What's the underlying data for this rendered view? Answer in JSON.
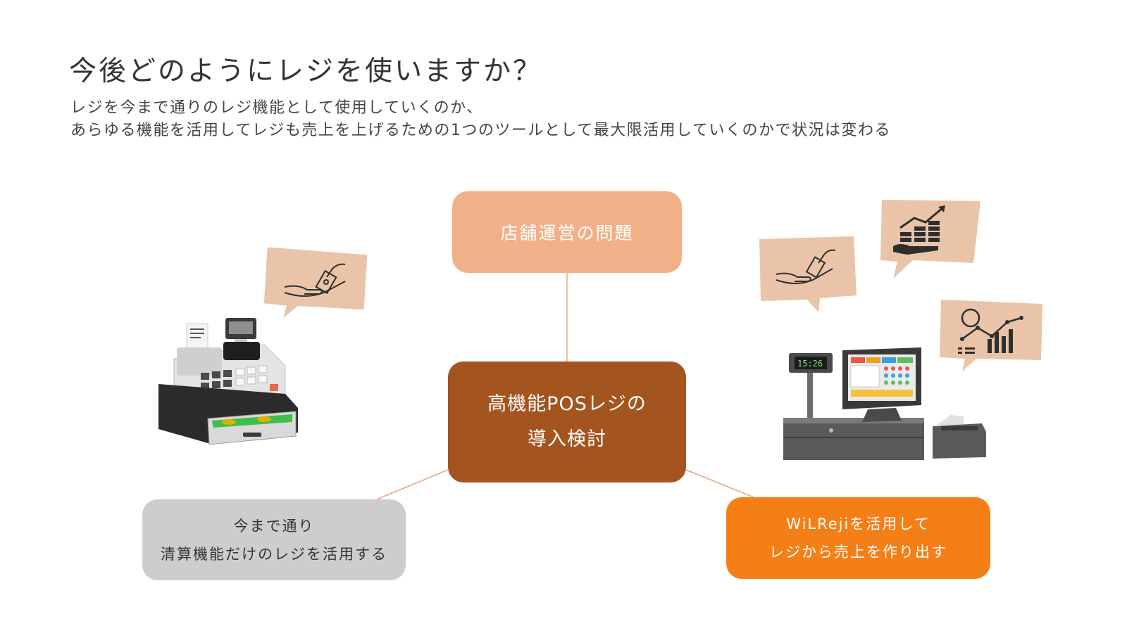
{
  "header": {
    "title": "今後どのようにレジを使いますか？",
    "subtitle_line1": "レジを今まで通りのレジ機能として使用していくのか、",
    "subtitle_line2": "あらゆる機能を活用してレジも売上を上げるための1つのツールとして最大限活用していくのかで状況は変わる"
  },
  "diagram": {
    "top_node": "店舗運営の問題",
    "center_node": {
      "line1": "高機能POSレジの",
      "line2": "導入検討"
    },
    "left_node": {
      "line1": "今まで通り",
      "line2": "清算機能だけのレジを活用する"
    },
    "right_node": {
      "line1": "WiLRejiを活用して",
      "line2": "レジから売上を作り出す"
    },
    "pos_display_time": "15:26"
  },
  "colors": {
    "top_node": "#f2b088",
    "center_node": "#a4541f",
    "left_node": "#cdcdcd",
    "right_node": "#f47f17",
    "bubble": "#e9c4a8",
    "connector": "#e8a27c"
  },
  "icons": [
    "cash-hand-icon",
    "growth-chart-icon",
    "analytics-chart-icon",
    "cash-register-image",
    "pos-terminal-image"
  ]
}
